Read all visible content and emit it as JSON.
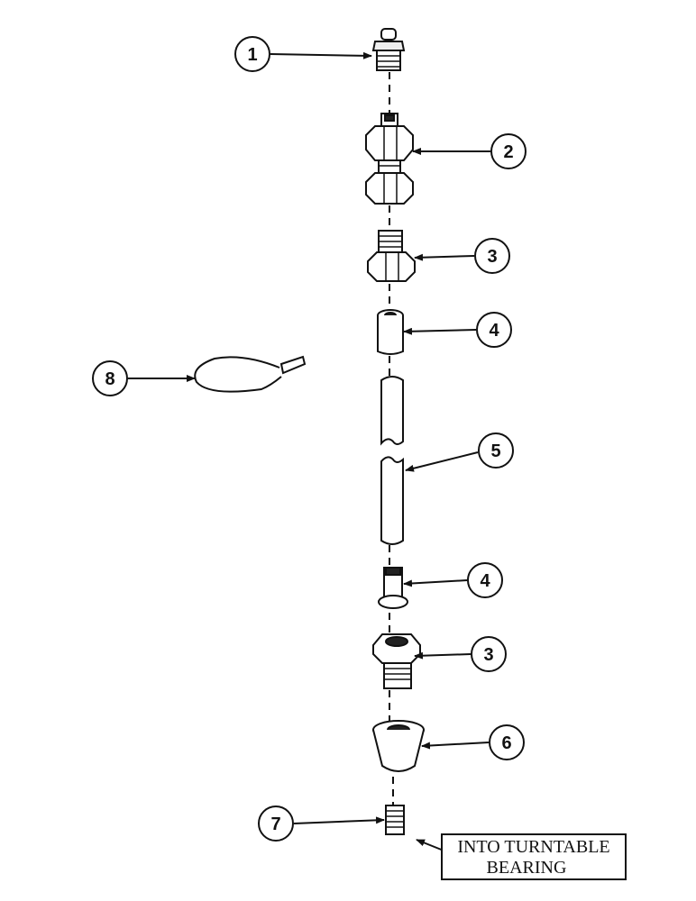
{
  "callouts": {
    "c1": "1",
    "c2": "2",
    "c3a": "3",
    "c4a": "4",
    "c5": "5",
    "c8": "8",
    "c4b": "4",
    "c3b": "3",
    "c6": "6",
    "c7": "7"
  },
  "note": {
    "line1": "INTO TURNTABLE",
    "line2": "BEARING"
  }
}
